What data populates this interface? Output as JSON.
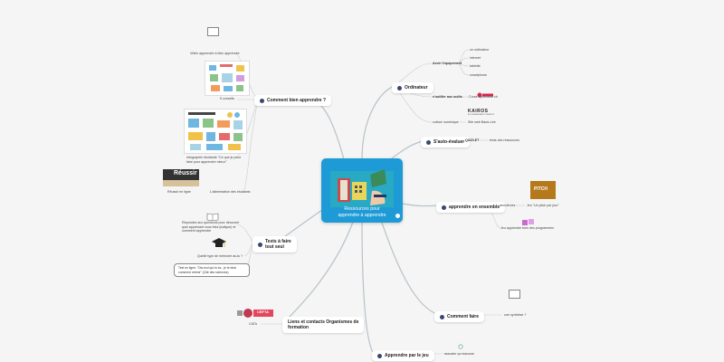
{
  "center": {
    "title_line1": "Ressources pour",
    "title_line2": "apprendre à apprendre"
  },
  "branches": {
    "ordinateur": {
      "label": "Ordinateur"
    },
    "auto_evaluer": {
      "label": "S'auto-évaluer"
    },
    "ensemble": {
      "label": "apprendre en ensemble"
    },
    "comment_faire": {
      "label": "Comment faire"
    },
    "par_le_jeu": {
      "label": "Apprendre par le jeu"
    },
    "comment_bien": {
      "label": "Comment bien apprendre ?"
    },
    "tests": {
      "label_line1": "Tests à faire",
      "label_line2": "tout seul"
    },
    "liens": {
      "label_line1": "Liens et contacts Organismes de",
      "label_line2": "formation"
    }
  },
  "leaves": {
    "avoir_equipement": "Avoir l'équipement",
    "un_ordinateur": "un ordinateur",
    "internet": "internet",
    "tablette": "tablette",
    "smartphone": "smartphone",
    "se_former": "s'outiller aux outils",
    "cours_cyberaide": "Cours Cyberaide.ch",
    "culture_numerique": "culture numérique",
    "site_web_basic": "Site web Basic-Lire",
    "quizlet": "QUIZLET",
    "tests_ressources": "tests des ressources",
    "deuxieme": "deuxièmes",
    "jeu_pourquoi": "Jeu \"Un pitch par jour\"",
    "jeu_programme": "Jeu apprendre bien des programmes",
    "une_synthese": "une synthèse ?",
    "associer": "associer ça marcuse",
    "video": "Vidéo apprendre à bien apprendre",
    "cinq_conseils": "5 conseils",
    "infographie": "Infographie étudiante \"Ce que je peux faire pour apprendre mieux\"",
    "reussir_ligne": "Réussir en ligne",
    "alimentation": "L'alimentation des étudiants",
    "repondre": "Répondez aux questions pour découvrir quel apprenant vous êtes (ludique) et comment apprendre",
    "quelle_type": "Quelle type de mémoire as-tu ?",
    "test_ligne": "Test en ligne: \"Dis-moi qui tu es...je te dirai comment retenir\" (Cité des sciences)",
    "lien_cftb": "CATA"
  },
  "logos": {
    "kairos": "KAIROS",
    "logo_sub": "ACCOMPAGNEMENT FORMATION",
    "jeu_badge": "PITCH",
    "cefta": "CEFTA",
    "reussir": "Réussir"
  },
  "colors": {
    "center": "#1e9bd7",
    "dot": "#39486e",
    "line": "#b9c1c9",
    "background": "#f4f5f4"
  }
}
